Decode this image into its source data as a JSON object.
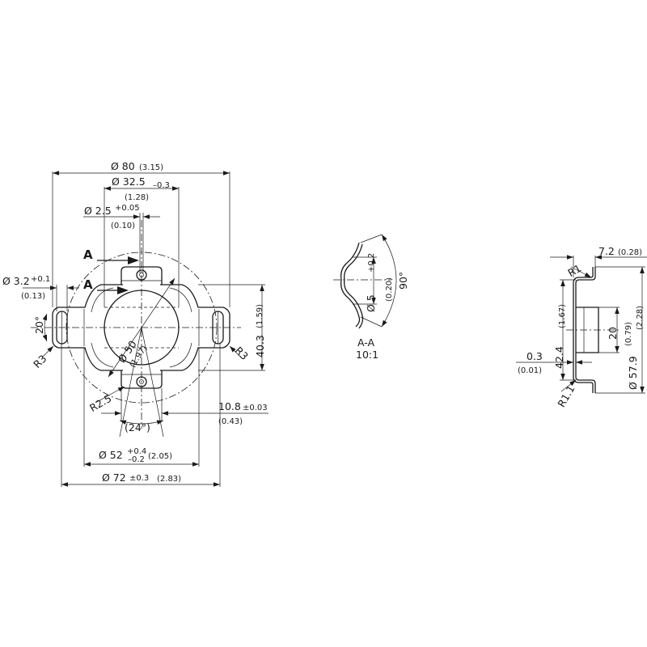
{
  "front_view": {
    "dia_80": "Ø 80",
    "dia_80_in": "(3.15)",
    "dia_32_5": "Ø 32.5",
    "dia_32_5_tol": "–0.3",
    "dia_32_5_in": "(1.28)",
    "dia_2_5": "Ø 2.5",
    "dia_2_5_tol": "+0.05",
    "dia_2_5_in": "(0.10)",
    "dia_3_2": "Ø 3.2",
    "dia_3_2_tol": "+0.1",
    "dia_3_2_in": "(0.13)",
    "section_mark_1": "A",
    "section_mark_2": "A",
    "angle_20": "20°",
    "radius_r3_left": "R3",
    "radius_r3_right": "R3",
    "dia_50": "Ø 50",
    "dia_50_in": "(1.97)",
    "height_40_3": "40.3",
    "height_40_3_in": "(1.59)",
    "radius_r2_5": "R2.5",
    "width_10_8": "10.8",
    "width_10_8_tol": "±0.03",
    "width_10_8_in": "(0.43)",
    "angle_24": "(24°)",
    "dia_52": "Ø 52",
    "dia_52_tol_up": "+0.4",
    "dia_52_tol_dn": "–0.2",
    "dia_52_in": "(2.05)",
    "dia_72": "Ø 72",
    "dia_72_tol": "±0.3",
    "dia_72_in": "(2.83)"
  },
  "section_view": {
    "dia_5": "Ø 5",
    "dia_5_tol": "+0.2",
    "dia_5_in": "(0.20)",
    "angle_90": "90°",
    "label": "A-A",
    "scale": "10:1"
  },
  "side_view": {
    "width_7_2": "7.2",
    "width_7_2_in": "(0.28)",
    "radius_r1": "R1",
    "height_42_4": "42.4",
    "height_42_4_in": "(1.67)",
    "height_20": "20",
    "height_20_in": "(0.79)",
    "dia_57_9": "Ø 57.9",
    "dia_57_9_in": "(2.28)",
    "thickness_0_3": "0.3",
    "thickness_0_3_in": "(0.01)",
    "radius_r1_1": "R1.1"
  }
}
